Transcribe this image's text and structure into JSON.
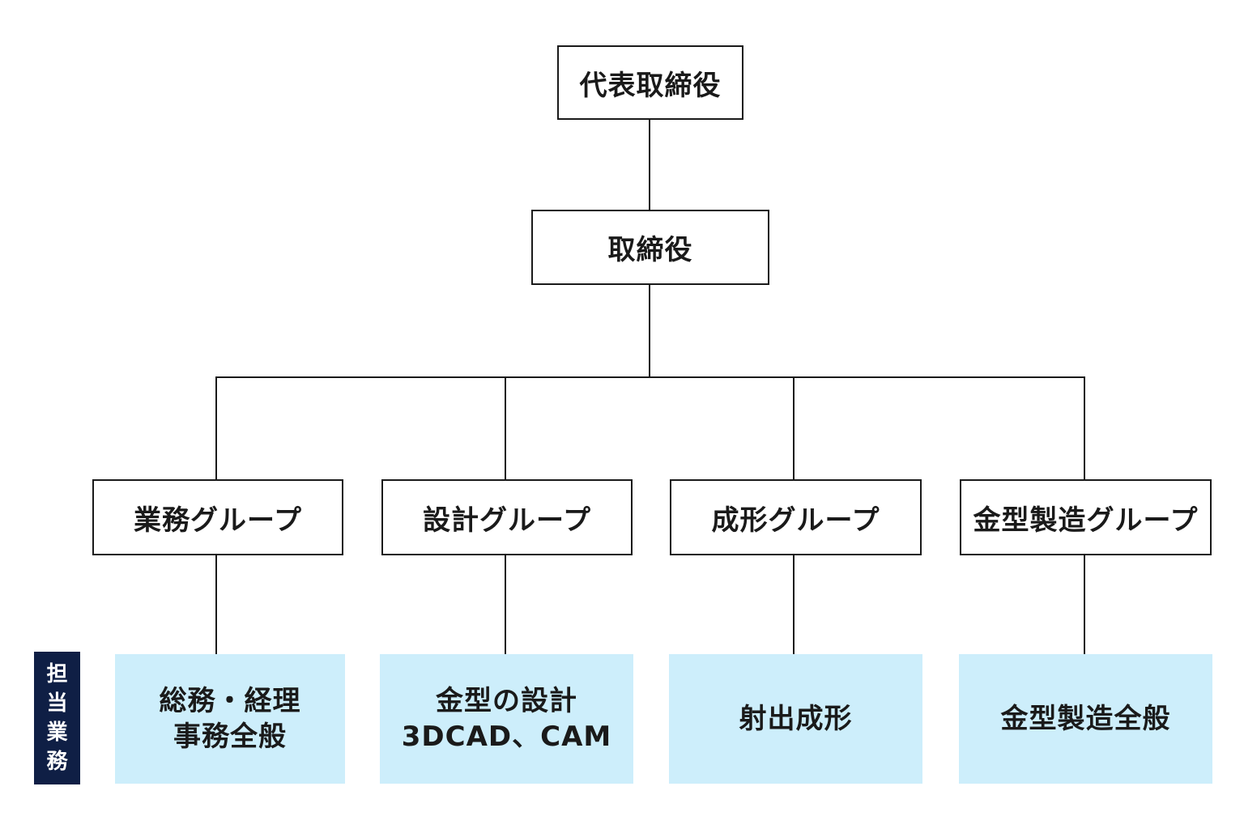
{
  "chart": {
    "top": {
      "label": "代表取締役"
    },
    "second": {
      "label": "取締役"
    },
    "groups": [
      {
        "label": "業務グループ",
        "duty_lines": [
          "総務・経理",
          "事務全般"
        ]
      },
      {
        "label": "設計グループ",
        "duty_lines": [
          "金型の設計",
          "3DCAD、CAM"
        ]
      },
      {
        "label": "成形グループ",
        "duty_lines": [
          "射出成形"
        ]
      },
      {
        "label": "金型製造グループ",
        "duty_lines": [
          "金型製造全般"
        ]
      }
    ],
    "duty_label_chars": [
      "担",
      "当",
      "業",
      "務"
    ]
  },
  "colors": {
    "line": "#1a1a1a",
    "duty_bg": "#cdeefb",
    "label_bg": "#0f1f45"
  }
}
